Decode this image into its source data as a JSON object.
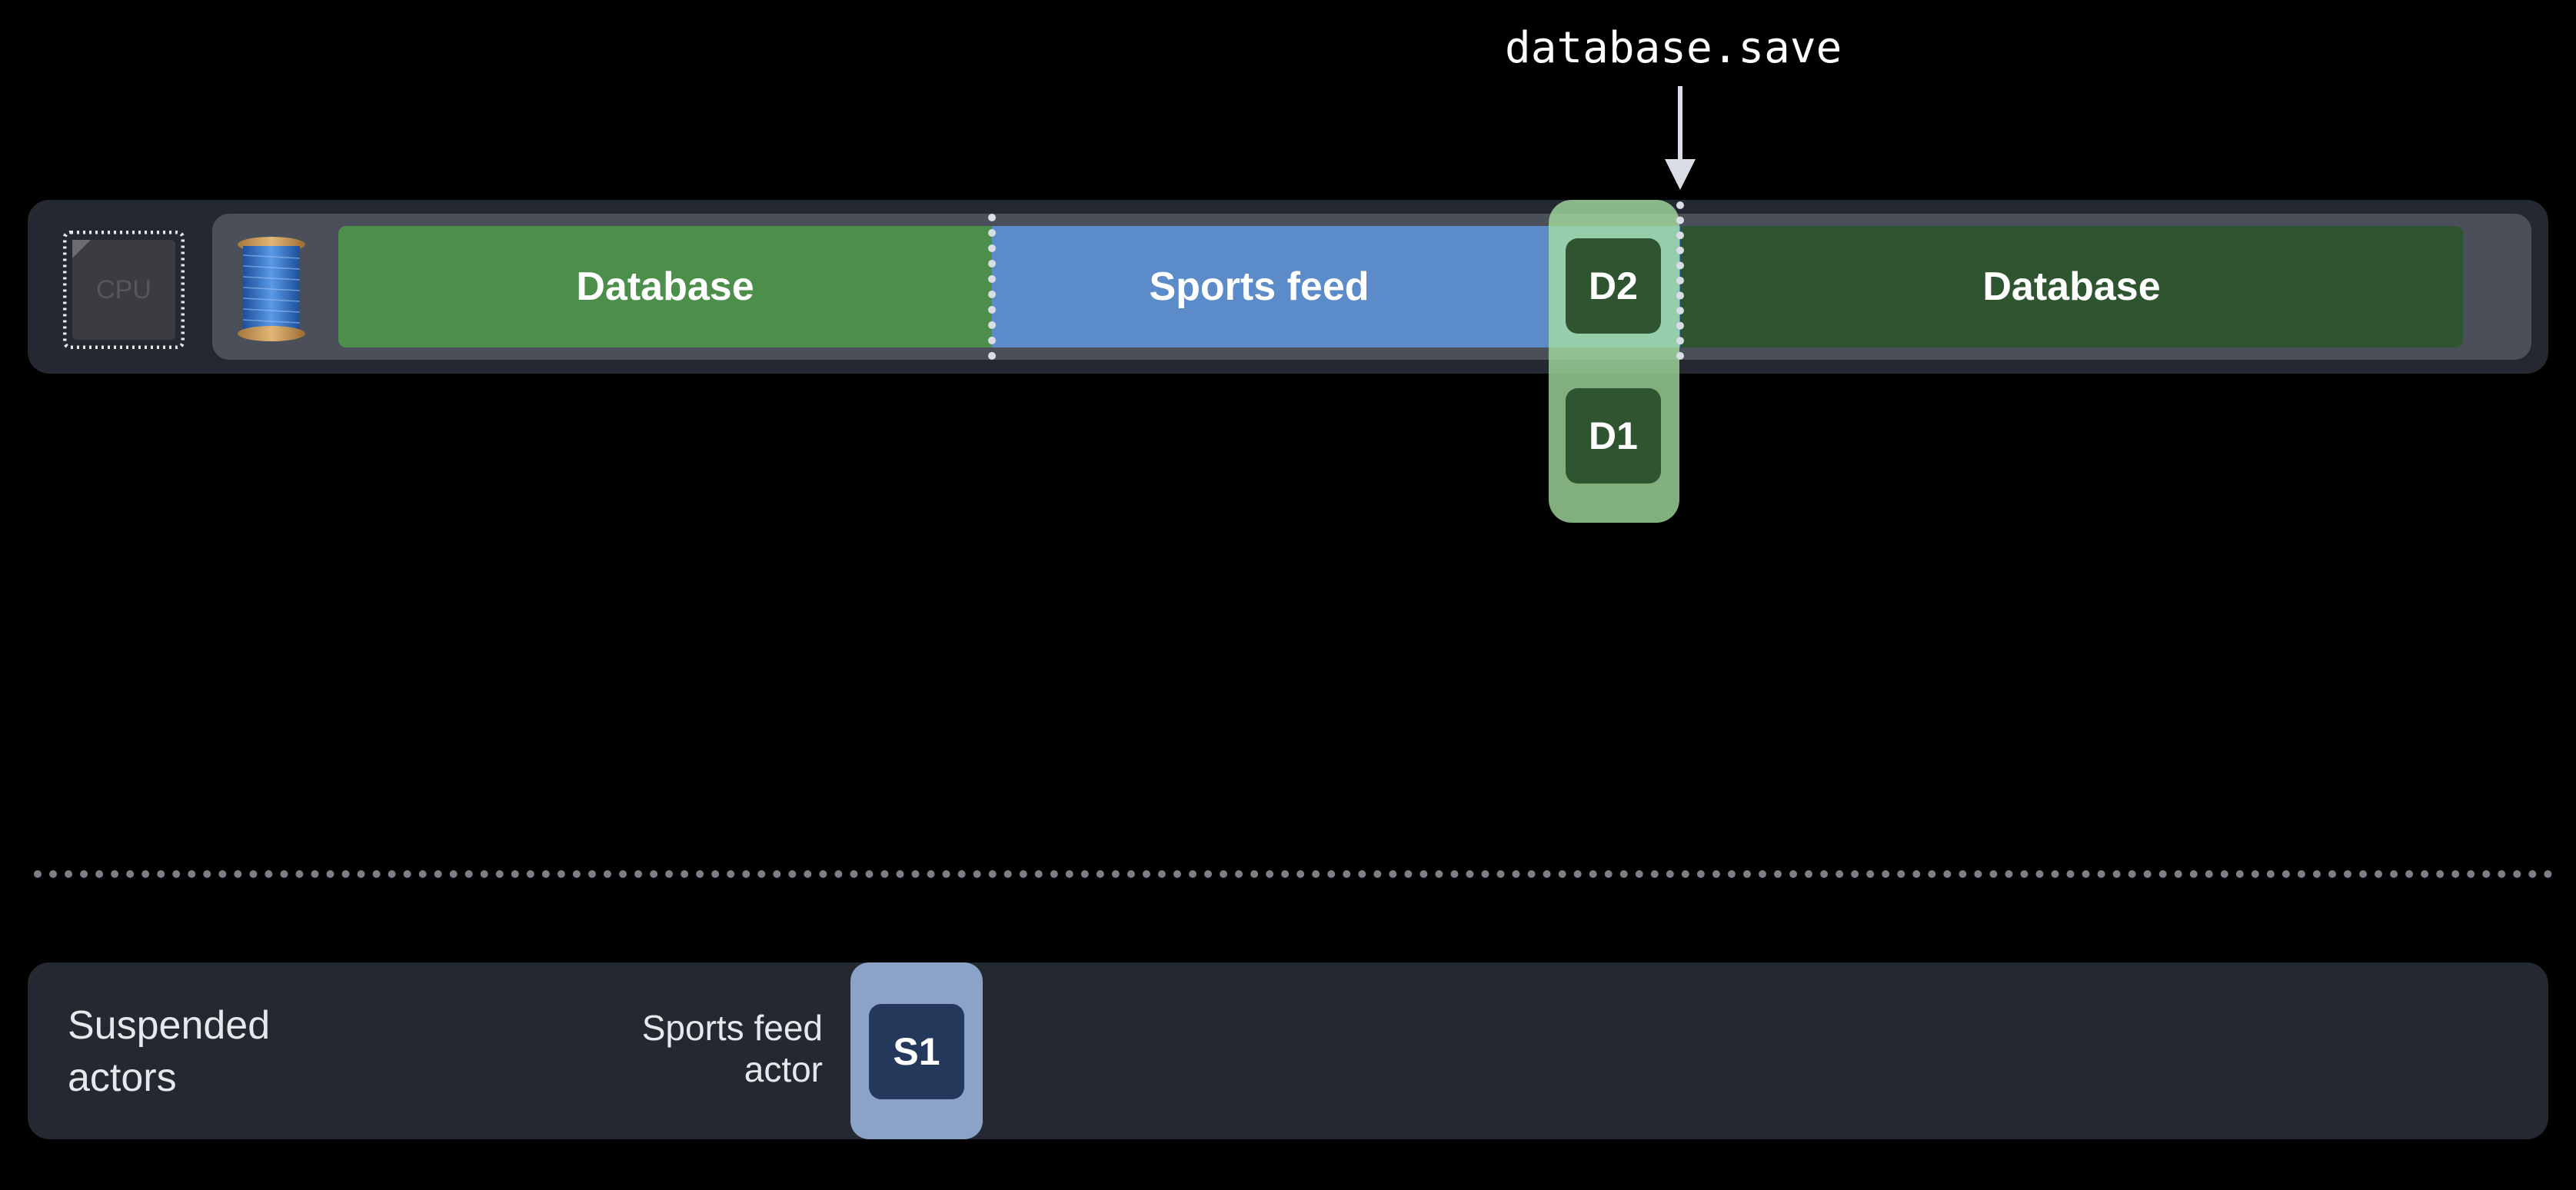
{
  "code_label": "database.save",
  "thread": {
    "cpu_label": "CPU",
    "segments": [
      {
        "label": "Database",
        "color": "#4c8f4b"
      },
      {
        "label": "Sports feed",
        "color": "#5b8bc9"
      },
      {
        "label": "Database",
        "color": "#2f5430"
      }
    ]
  },
  "database_actor_queue": {
    "color": "#a7e0a2",
    "jobs": [
      "D2",
      "D1"
    ]
  },
  "suspended": {
    "label": "Suspended\nactors",
    "actor_label": "Sports feed\nactor",
    "job": "S1",
    "glow_color": "#8aa3c6"
  },
  "colors": {
    "background": "#000000",
    "row_bg": "#232831",
    "thread_inner_bg": "#4a4f59"
  }
}
